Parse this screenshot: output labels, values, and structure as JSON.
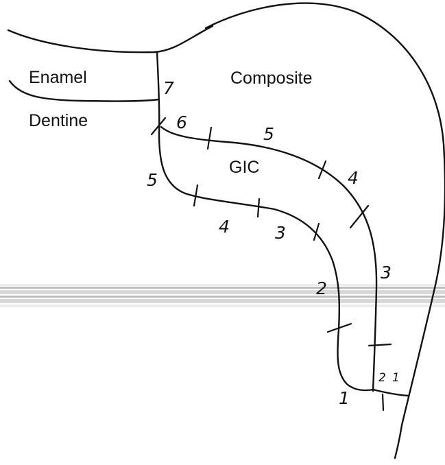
{
  "labels": {
    "enamel": "Enamel",
    "dentine": "Dentine",
    "composite": "Composite",
    "gic": "GIC"
  },
  "outer_layer_numbers": [
    "7",
    "6",
    "5",
    "4",
    "3",
    "2",
    "1"
  ],
  "inner_layer_numbers": [
    "5",
    "4",
    "3",
    "2",
    "1"
  ],
  "outer_layer_numbers_display": {
    "n7": "7",
    "n6": "6",
    "n5": "5",
    "n4": "4",
    "n3": "3",
    "n2": "2",
    "n1": "1"
  },
  "inner_layer_numbers_display": {
    "n5": "5",
    "n4": "4",
    "n3": "3",
    "n2": "2",
    "n1": "1"
  },
  "colors": {
    "ink": "#111111",
    "scan_band": "#bdbdbd",
    "background": "#ffffff"
  }
}
